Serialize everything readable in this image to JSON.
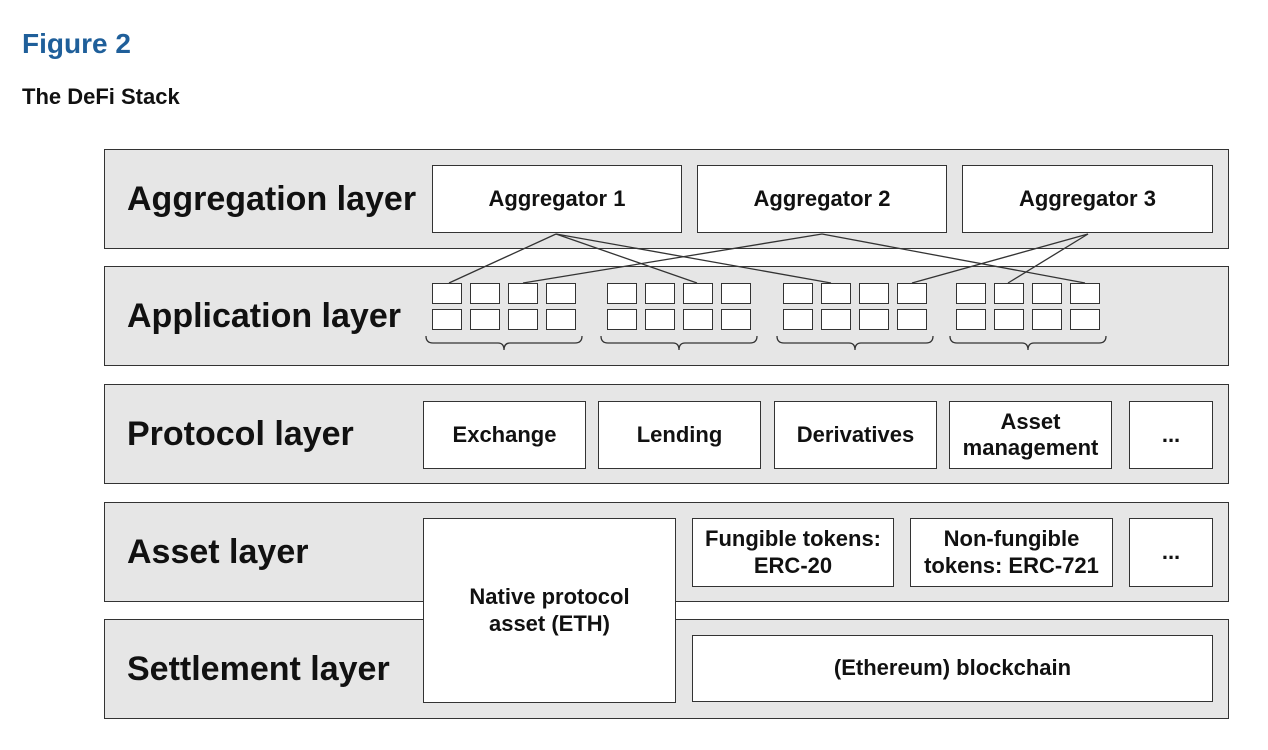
{
  "figure": {
    "label": "Figure 2",
    "title": "The DeFi Stack"
  },
  "layers": {
    "aggregation": {
      "name": "Aggregation layer",
      "items": [
        "Aggregator 1",
        "Aggregator 2",
        "Aggregator 3"
      ]
    },
    "application": {
      "name": "Application layer"
    },
    "protocol": {
      "name": "Protocol layer",
      "items": [
        "Exchange",
        "Lending",
        "Derivatives",
        "Asset management",
        "..."
      ]
    },
    "asset": {
      "name": "Asset layer",
      "items": [
        "Fungible tokens: ERC-20",
        "Non-fungible tokens: ERC-721",
        "..."
      ]
    },
    "settlement": {
      "name": "Settlement layer",
      "items": [
        "(Ethereum) blockchain"
      ]
    }
  },
  "spanning_box": {
    "label": "Native protocol asset (ETH)"
  }
}
